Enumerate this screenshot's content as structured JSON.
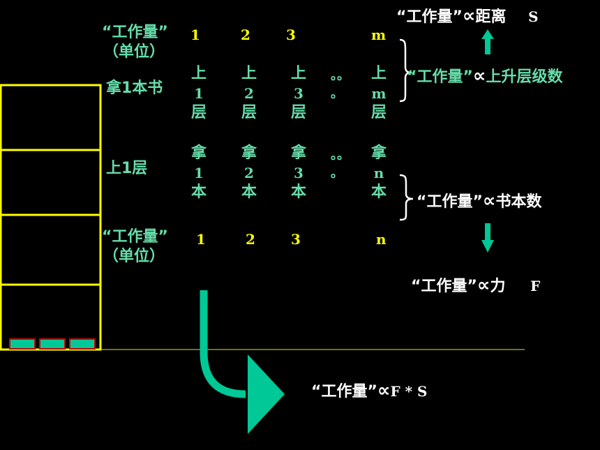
{
  "top_unit": {
    "label": "“工作量”",
    "sub": "（单位）",
    "values": [
      "1",
      "2",
      "3",
      "m"
    ]
  },
  "row_take_book": {
    "label": "拿1本书",
    "columns": [
      [
        "上",
        "1",
        "层"
      ],
      [
        "上",
        "2",
        "层"
      ],
      [
        "上",
        "3",
        "层"
      ],
      [
        "上",
        "m",
        "层"
      ]
    ],
    "dots": [
      "。。",
      "。"
    ]
  },
  "row_up_floor": {
    "label": "上1层",
    "columns": [
      [
        "拿",
        "1",
        "本"
      ],
      [
        "拿",
        "2",
        "本"
      ],
      [
        "拿",
        "3",
        "本"
      ],
      [
        "拿",
        "n",
        "本"
      ]
    ],
    "dots": [
      "。。",
      "。"
    ]
  },
  "bottom_unit": {
    "label": "“工作量”",
    "sub": "（单位）",
    "values": [
      "1",
      "2",
      "3",
      "n"
    ]
  },
  "relations": {
    "distance": {
      "text": "“工作量”",
      "prop": "∝",
      "target": "距离",
      "symbol": "S"
    },
    "floors": {
      "text": "“工作量”",
      "prop": "∝",
      "target": "上升层级数"
    },
    "books": {
      "text": "“工作量”",
      "prop": "∝",
      "target": "书本数"
    },
    "force": {
      "text": "“工作量”",
      "prop": "∝",
      "target": "力",
      "symbol": "F"
    },
    "result": {
      "text": "“工作量”",
      "prop": "∝",
      "target": "F * S"
    }
  },
  "colors": {
    "yellow": "#ffff00",
    "green": "#00c896",
    "text_green": "#66ddaa",
    "book_red": "#cc0000"
  }
}
